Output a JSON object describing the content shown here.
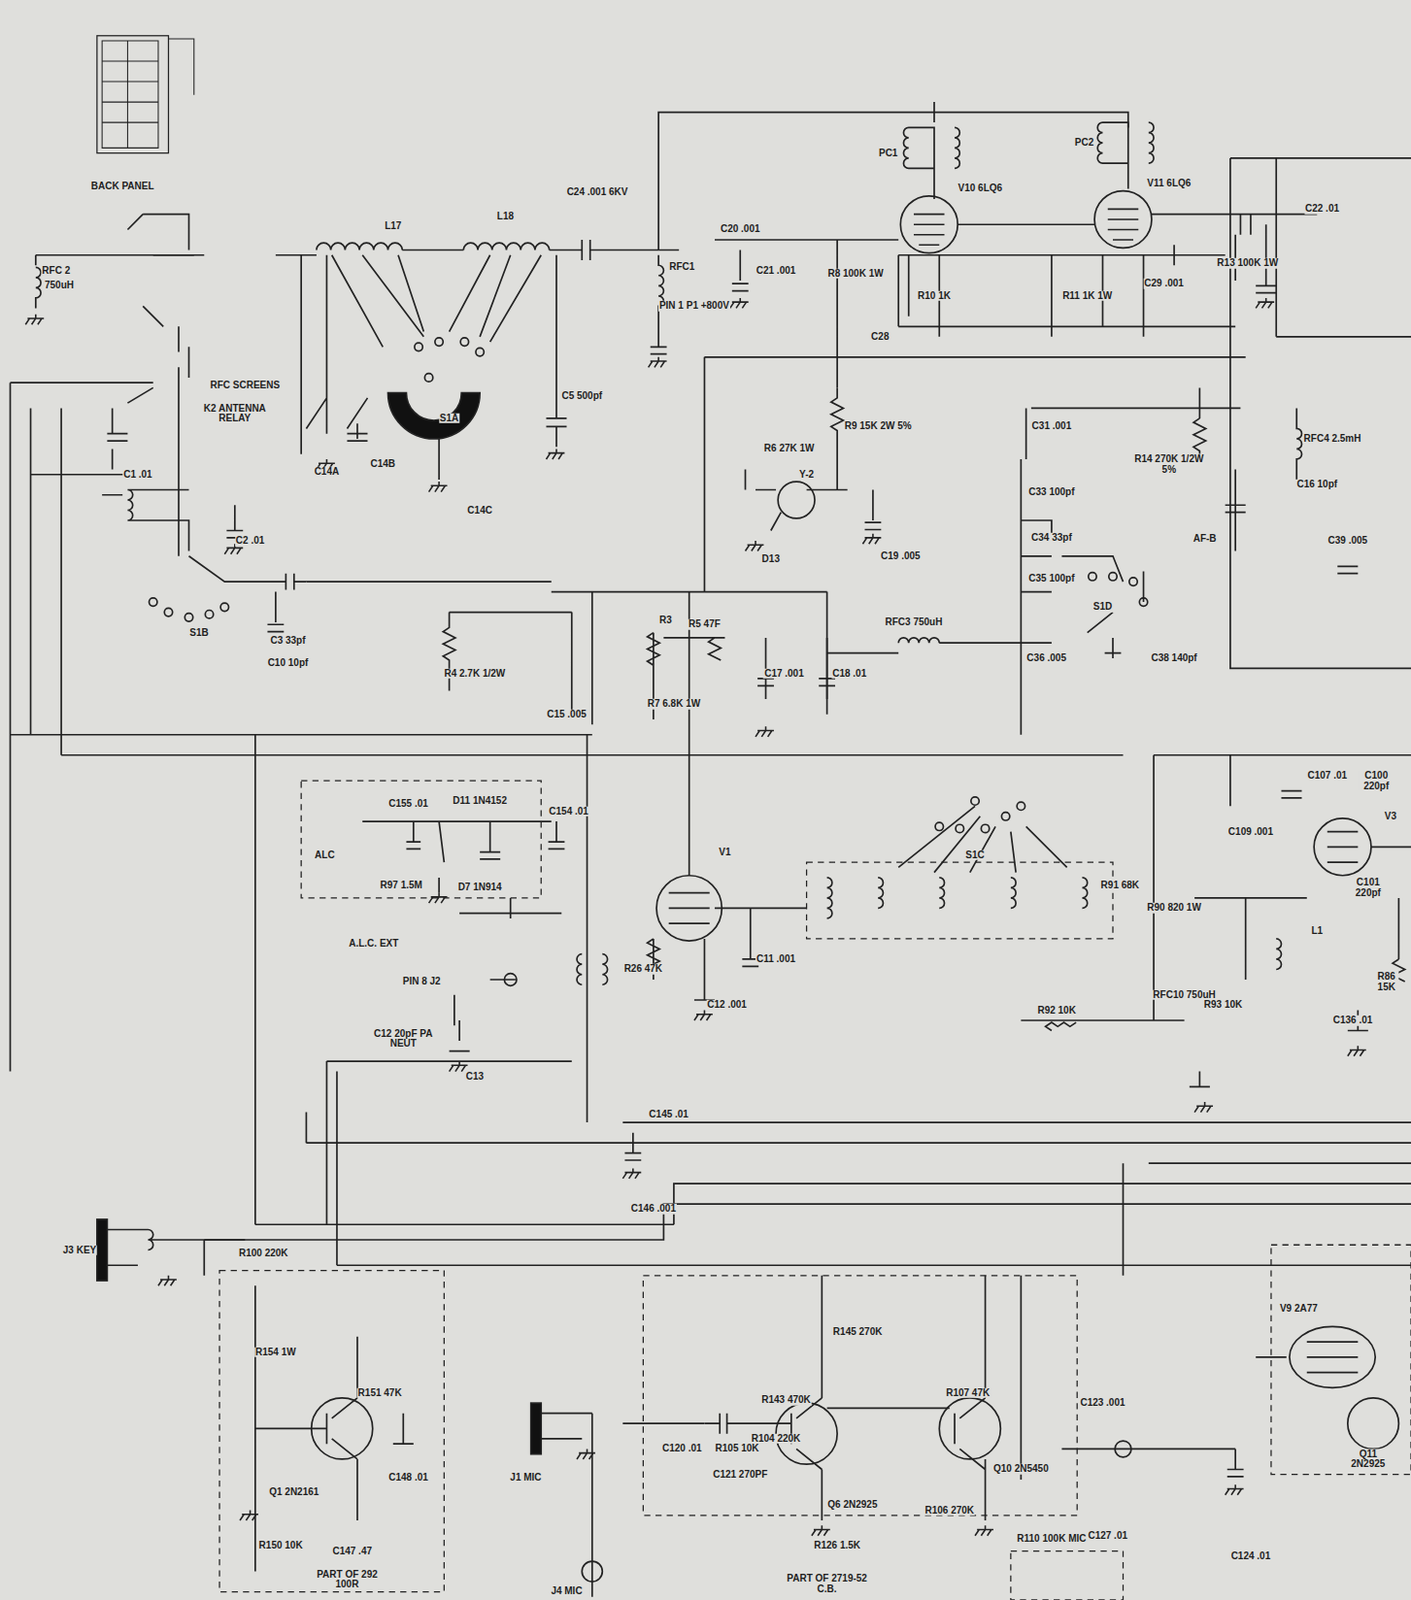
{
  "diagram": {
    "labels": [
      "BACK PANEL",
      "RFC 2",
      "750uH",
      "RFC SCREENS",
      "K2 ANTENNA RELAY",
      "C1 .01",
      "C2 .01",
      "C14A",
      "C14B",
      "C14C",
      "L17",
      "L18",
      "S1A",
      "C5 500pf",
      "C24 .001 6KV",
      "RFC1",
      "PIN 1 P1 +800V",
      "C20 .001",
      "C21 .001",
      "R8 100K 1W",
      "V10 6LQ6",
      "PC1",
      "PC2",
      "V11 6LQ6",
      "R10 1K",
      "R11 1K 1W",
      "C29 .001",
      "R13 100K 1W",
      "C22 .01",
      "C28",
      "R9 15K 2W 5%",
      "R6 27K 1W",
      "Y-2",
      "D13",
      "C19 .005",
      "C31 .001",
      "C33 100pf",
      "C34 33pf",
      "C35 100pf",
      "S1D",
      "C36 .005",
      "C38 140pf",
      "RFC3 750uH",
      "R14 270K 1/2W 5%",
      "AF-B",
      "C16 10pf",
      "RFC4 2.5mH",
      "C39 .005",
      "R4 2.7K 1/2W",
      "C3 33pf",
      "C10 10pf",
      "S1B",
      "C15 .005",
      "R5 47F",
      "R3",
      "R7 6.8K 1W",
      "C17 .001",
      "C18 .01",
      "C155 .01",
      "D11 1N4152",
      "C154 .01",
      "ALC",
      "R97 1.5M",
      "D7 1N914",
      "A.L.C. EXT",
      "PIN 8 J2",
      "C12 20pF PA NEUT",
      "C13",
      "V1",
      "C11 .001",
      "C12 .001",
      "R26 47K",
      "S1C",
      "R91 68K",
      "R90 820 1W",
      "RFC10 750uH",
      "C107 .01",
      "C109 .001",
      "C100 220pf",
      "V3",
      "C101 220pf",
      "R86 15K",
      "L1",
      "R93 10K",
      "R92 10K",
      "C136 .01",
      "C145 .01",
      "C146 .001",
      "J3 KEY",
      "R100 220K",
      "R154 1W",
      "Q1 2N2161",
      "C148 .01",
      "C147 .47",
      "PART OF 292 100R",
      "R151 47K",
      "R150 10K",
      "J1 MIC",
      "J4 MIC",
      "C120 .01",
      "R105 10K",
      "C121 270PF",
      "R143 470K",
      "R104 220K",
      "Q6 2N2925",
      "R126 1.5K",
      "R145 270K",
      "R106 270K",
      "Q10 2N5450",
      "R107 47K",
      "C123 .001",
      "R110 100K MIC",
      "C127 .01",
      "C124 .01",
      "PART OF 2719-52 C.B.",
      "V9 2A77",
      "Q11 2N2925"
    ]
  }
}
